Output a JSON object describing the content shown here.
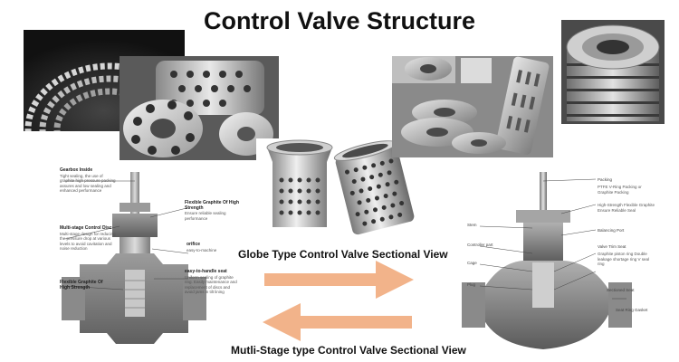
{
  "title": "Control Valve Structure",
  "captions": {
    "globe": "Globe Type Control Valve Sectional View",
    "multistage": "Mutli-Stage type Control Valve Sectional View"
  },
  "left_diagram": {
    "labels": [
      {
        "title": "Gearbox Inside",
        "body": "Tight sealing, the use of graphite high pressure packing assures and low sealing and enhanced performance"
      },
      {
        "title": "Multi-stage Control Disc",
        "body": "Multi-stage design for reducing the pressure drop at various levels to avoid cavitation and noise reduction"
      },
      {
        "title": "Flexible Graphite Of High Strength",
        "body": "Ensure reliable sealing performance"
      },
      {
        "title": "orifice",
        "body": "easy-to-machine"
      },
      {
        "title": "easy-to-handle seat",
        "body": "Uniform sealing of graphite ring. Easily maintenance and replacement of discs and avoid jams in tilt lining"
      },
      {
        "title": "Flexible Graphite Of High Strength",
        "body": ""
      }
    ]
  },
  "right_diagram": {
    "labels_left": [
      "Stem",
      "Controller part",
      "Cage",
      "Plug"
    ],
    "labels_right": [
      "Packing",
      "PTFE V-Ring Packing or Graphite Packing",
      "High-Strength Flexible Graphite Ensure Reliable Seal",
      "Balancing Port",
      "Valve Trim Seat",
      "Graphite piston ring Double leakage shortage ring V seal ring",
      "Sectioned Seat",
      "Seat Ring Gasket"
    ]
  },
  "colors": {
    "arrow": "#f2b38a",
    "metal_light": "#d9d9d9",
    "metal_dark": "#6e6e6e"
  },
  "icons": {
    "arrow_right": "arrow-right-icon",
    "arrow_left": "arrow-left-icon"
  }
}
